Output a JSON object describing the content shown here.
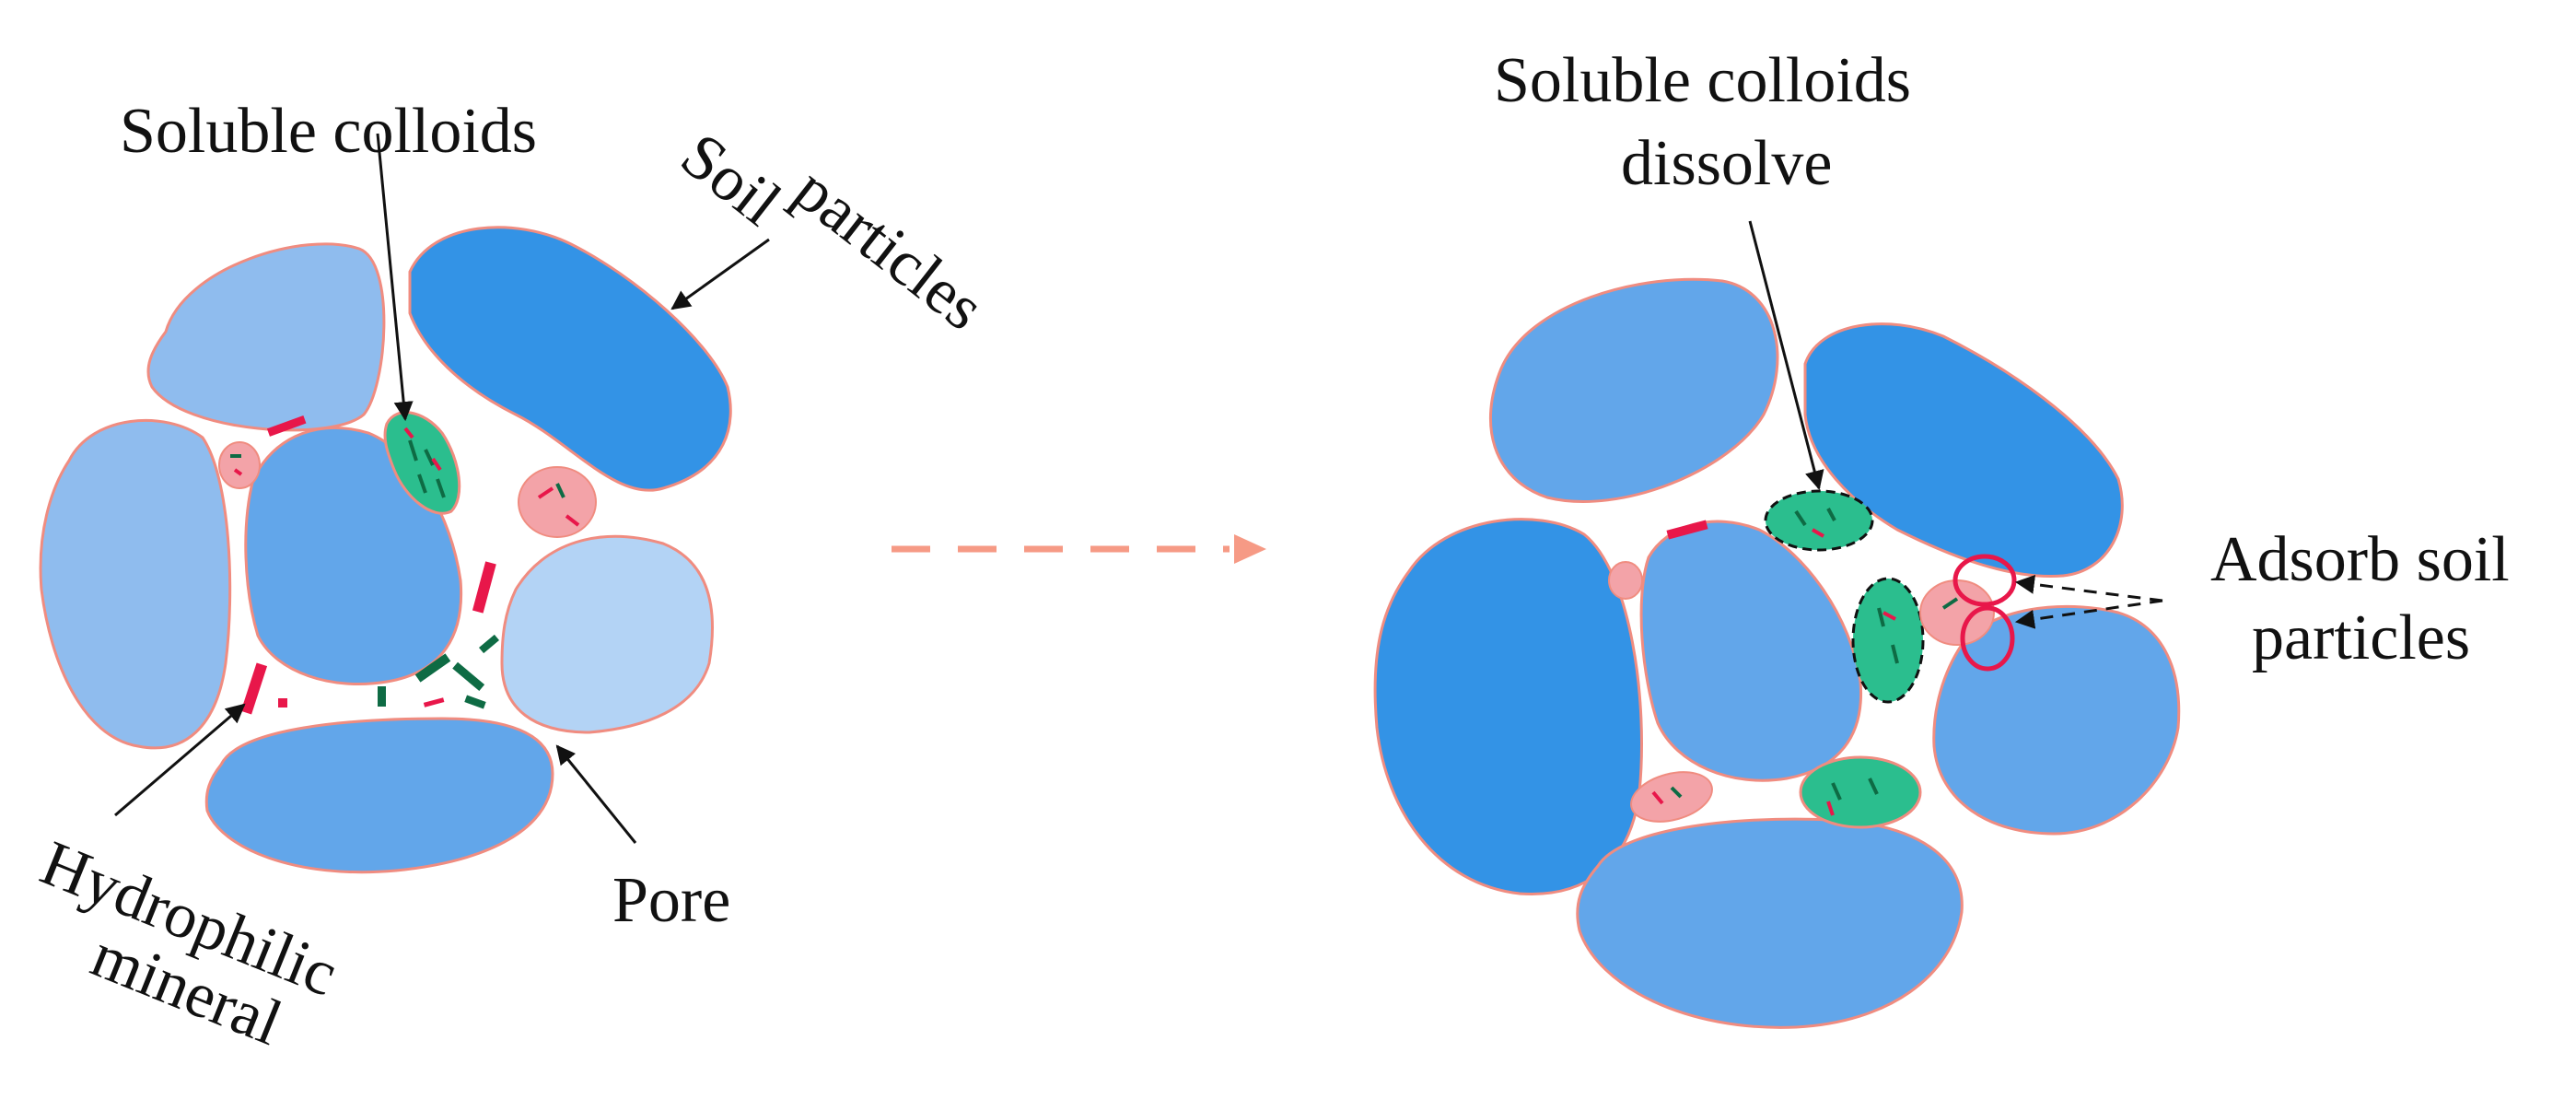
{
  "left_panel": {
    "label_soluble_colloids": "Soluble colloids",
    "label_soil_particles_1": "Soil",
    "label_soil_particles_2": "particles",
    "label_hydrophilic_1": "Hydrophilic",
    "label_hydrophilic_2": "mineral",
    "label_pore": "Pore"
  },
  "right_panel": {
    "label_dissolve_1": "Soluble colloids",
    "label_dissolve_2": "dissolve",
    "label_adsorb_1": "Adsorb soil",
    "label_adsorb_2": "particles"
  },
  "colors": {
    "particle_dark": "#3393E6",
    "particle_mid": "#62A6EA",
    "particle_light": "#8FBCEE",
    "particle_pale": "#B3D3F5",
    "particle_outline": "#F08C80",
    "colloid_green": "#2BBE8E",
    "mineral_red": "#E8174A",
    "mineral_pink": "#F3A3A8",
    "arrow_salmon": "#F69A85",
    "dark_green_fiber": "#0E6B44"
  }
}
